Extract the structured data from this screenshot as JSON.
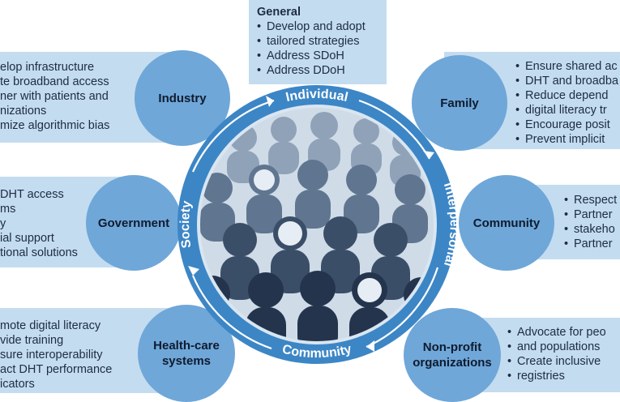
{
  "general": {
    "title": "General",
    "items": [
      "Develop and adopt",
      "tailored strategies",
      "Address SDoH",
      "Address DDoH"
    ]
  },
  "industry": {
    "label": "Industry",
    "items": [
      "elop infrastructure",
      "te broadband access",
      "ner with patients and",
      "nizations",
      "mize algorithmic bias"
    ]
  },
  "government": {
    "label": "Government",
    "items": [
      "DHT access",
      "ms",
      "y",
      "ial support",
      "tional solutions"
    ]
  },
  "healthcare": {
    "label": "Health-care systems",
    "items": [
      "mote digital literacy",
      "vide training",
      "sure interoperability",
      "act DHT performance",
      "icators"
    ]
  },
  "family": {
    "label": "Family",
    "items": [
      "Ensure shared ac",
      "DHT and broadba",
      "Reduce depend",
      "digital literacy tr",
      "Encourage posit",
      "Prevent implicit"
    ]
  },
  "community": {
    "label": "Community",
    "items": [
      "Respect",
      "Partner",
      "stakeho",
      "Partner"
    ]
  },
  "nonprofit": {
    "label": "Non-profit organizations",
    "items": [
      "Advocate for peo",
      "and populations",
      "Create inclusive",
      "registries"
    ]
  },
  "ring": {
    "top": "Individual",
    "right": "Interpersonal",
    "bottom": "Community",
    "left": "Society"
  },
  "colors": {
    "box": "#c4dcef",
    "node": "#6fa7d9",
    "ring": "#3c86c6",
    "text": "#1c2c44"
  }
}
